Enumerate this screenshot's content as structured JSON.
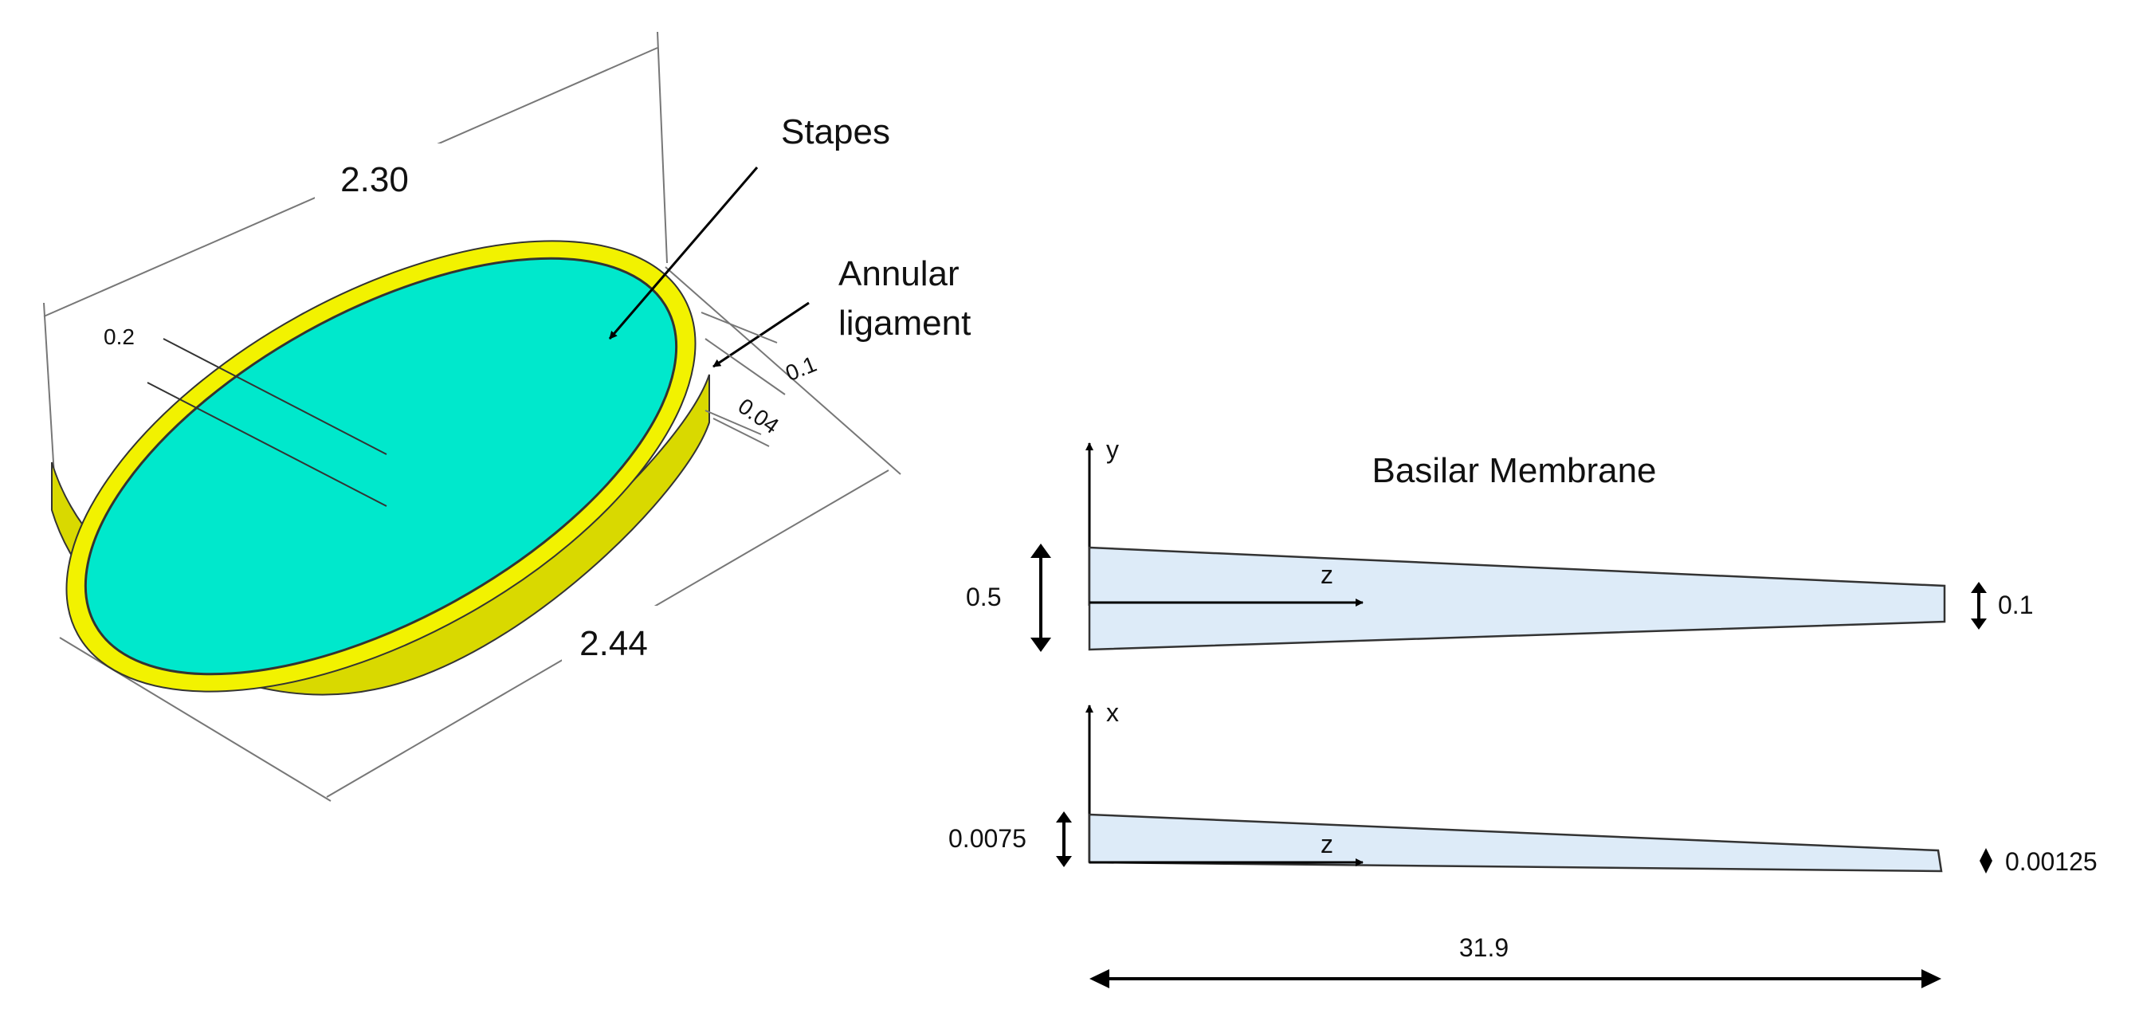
{
  "stapes_figure": {
    "dim_length": "2.30",
    "dim_width": "2.44",
    "dim_footplate_thickness": "0.2",
    "dim_ligament_thickness": "0.1",
    "dim_ligament_width": "0.04",
    "label_stapes": "Stapes",
    "label_annular_line1": "Annular",
    "label_annular_line2": "ligament",
    "colors": {
      "footplate": "#00E8CC",
      "ligament": "#F2F200",
      "ligament_shade": "#D9D900"
    }
  },
  "basilar_figure": {
    "title": "Basilar Membrane",
    "axis_y": "y",
    "axis_x": "x",
    "axis_z_top": "z",
    "axis_z_bottom": "z",
    "dim_base_width": "0.5",
    "dim_apex_width": "0.1",
    "dim_base_thickness": "0.0075",
    "dim_apex_thickness": "0.00125",
    "dim_length": "31.9",
    "colors": {
      "membrane_fill": "#DDEBF8"
    }
  }
}
